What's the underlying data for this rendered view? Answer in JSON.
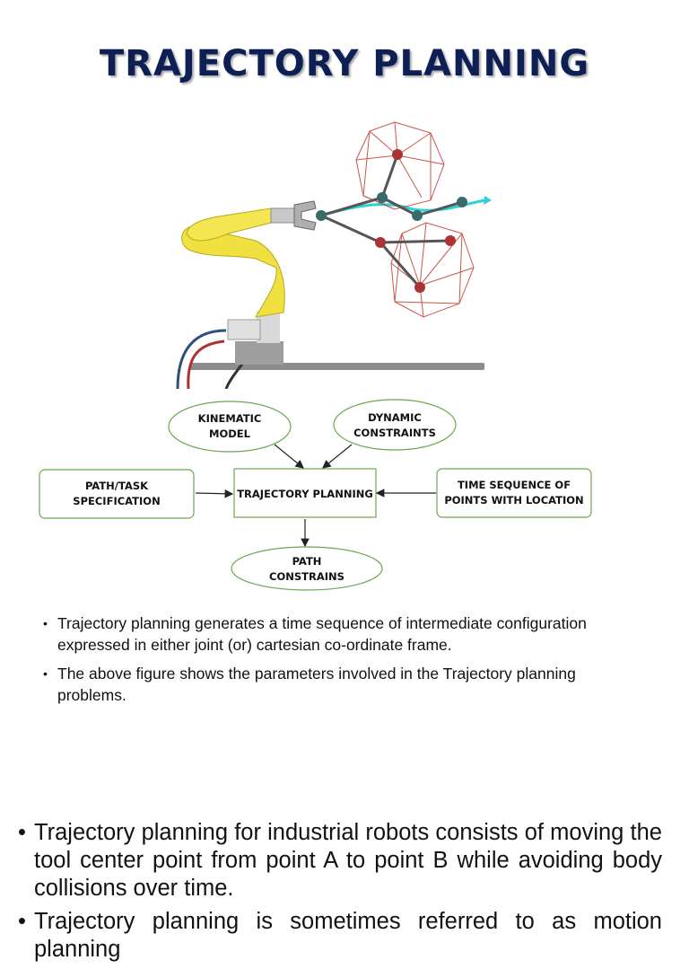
{
  "title": "TRAJECTORY PLANNING",
  "diagram": {
    "kinematic_model": [
      "KINEMATIC",
      "MODEL"
    ],
    "dynamic_constraints": [
      "DYNAMIC",
      "CONSTRAINTS"
    ],
    "path_task": [
      "PATH/TASK",
      "SPECIFICATION"
    ],
    "center": "TRAJECTORY PLANNING",
    "time_sequence": [
      "TIME SEQUENCE OF",
      "POINTS WITH LOCATION"
    ],
    "path_constrains": [
      "PATH",
      "CONSTRAINS"
    ]
  },
  "bullets": [
    "Trajectory planning generates a time sequence of intermediate configuration expressed in either joint (or) cartesian co-ordinate frame.",
    "The above figure shows the parameters involved in the Trajectory planning problems."
  ],
  "big_bullets": [
    "Trajectory planning for industrial robots consists of moving the tool center point from point A to point B while avoiding body collisions over time.",
    "Trajectory planning is sometimes referred to as motion planning"
  ],
  "colors": {
    "title": "#0e1f55",
    "flow_border": "#6aa84f",
    "robot": "#f0e040",
    "path": "#2ad4d4",
    "polyhedron": "#c0392b"
  }
}
